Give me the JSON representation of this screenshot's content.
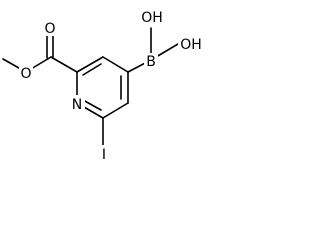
{
  "molecule": {
    "atoms": {
      "hydroxyl_upper": "OH",
      "hydroxyl_right": "OH",
      "boron": "B",
      "carbonyl_oxygen": "O",
      "ester_oxygen": "O",
      "ring_nitrogen": "N",
      "iodine": "I"
    }
  },
  "colors": {
    "bond": "#000000",
    "label": "#000000",
    "background": "#ffffff"
  }
}
